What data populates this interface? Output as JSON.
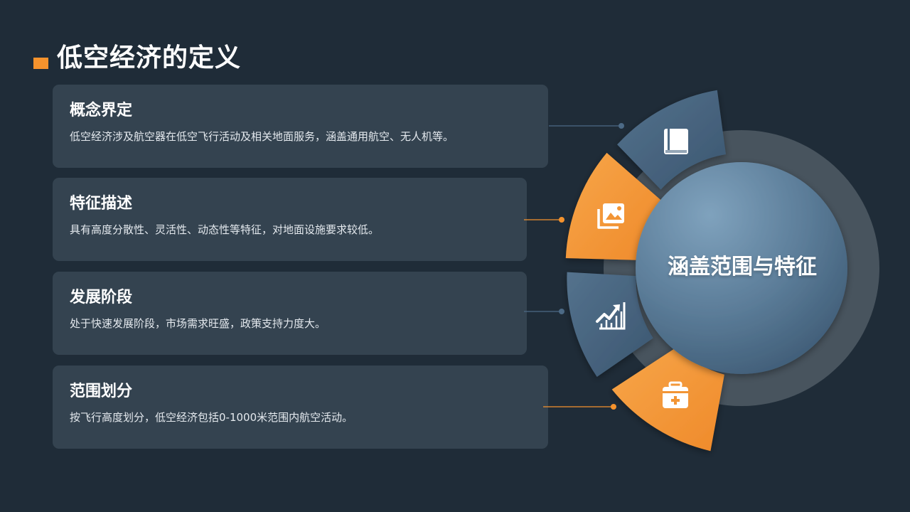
{
  "title": "低空经济的定义",
  "colors": {
    "background": "#1f2c38",
    "accent_orange": "#f5932d",
    "accent_blue": "#4e6b85",
    "card_bg": "#344350"
  },
  "cards": [
    {
      "title": "概念界定",
      "desc": "低空经济涉及航空器在低空飞行活动及相关地面服务，涵盖通用航空、无人机等。",
      "icon": "book-icon"
    },
    {
      "title": "特征描述",
      "desc": "具有高度分散性、灵活性、动态性等特征，对地面设施要求较低。",
      "icon": "gallery-icon"
    },
    {
      "title": "发展阶段",
      "desc": "处于快速发展阶段，市场需求旺盛，政策支持力度大。",
      "icon": "growth-chart-icon"
    },
    {
      "title": "范围划分",
      "desc": "按飞行高度划分，低空经济包括0-1000米范围内航空活动。",
      "icon": "toolbox-icon"
    }
  ],
  "center": {
    "label": "涵盖范围与特征"
  }
}
